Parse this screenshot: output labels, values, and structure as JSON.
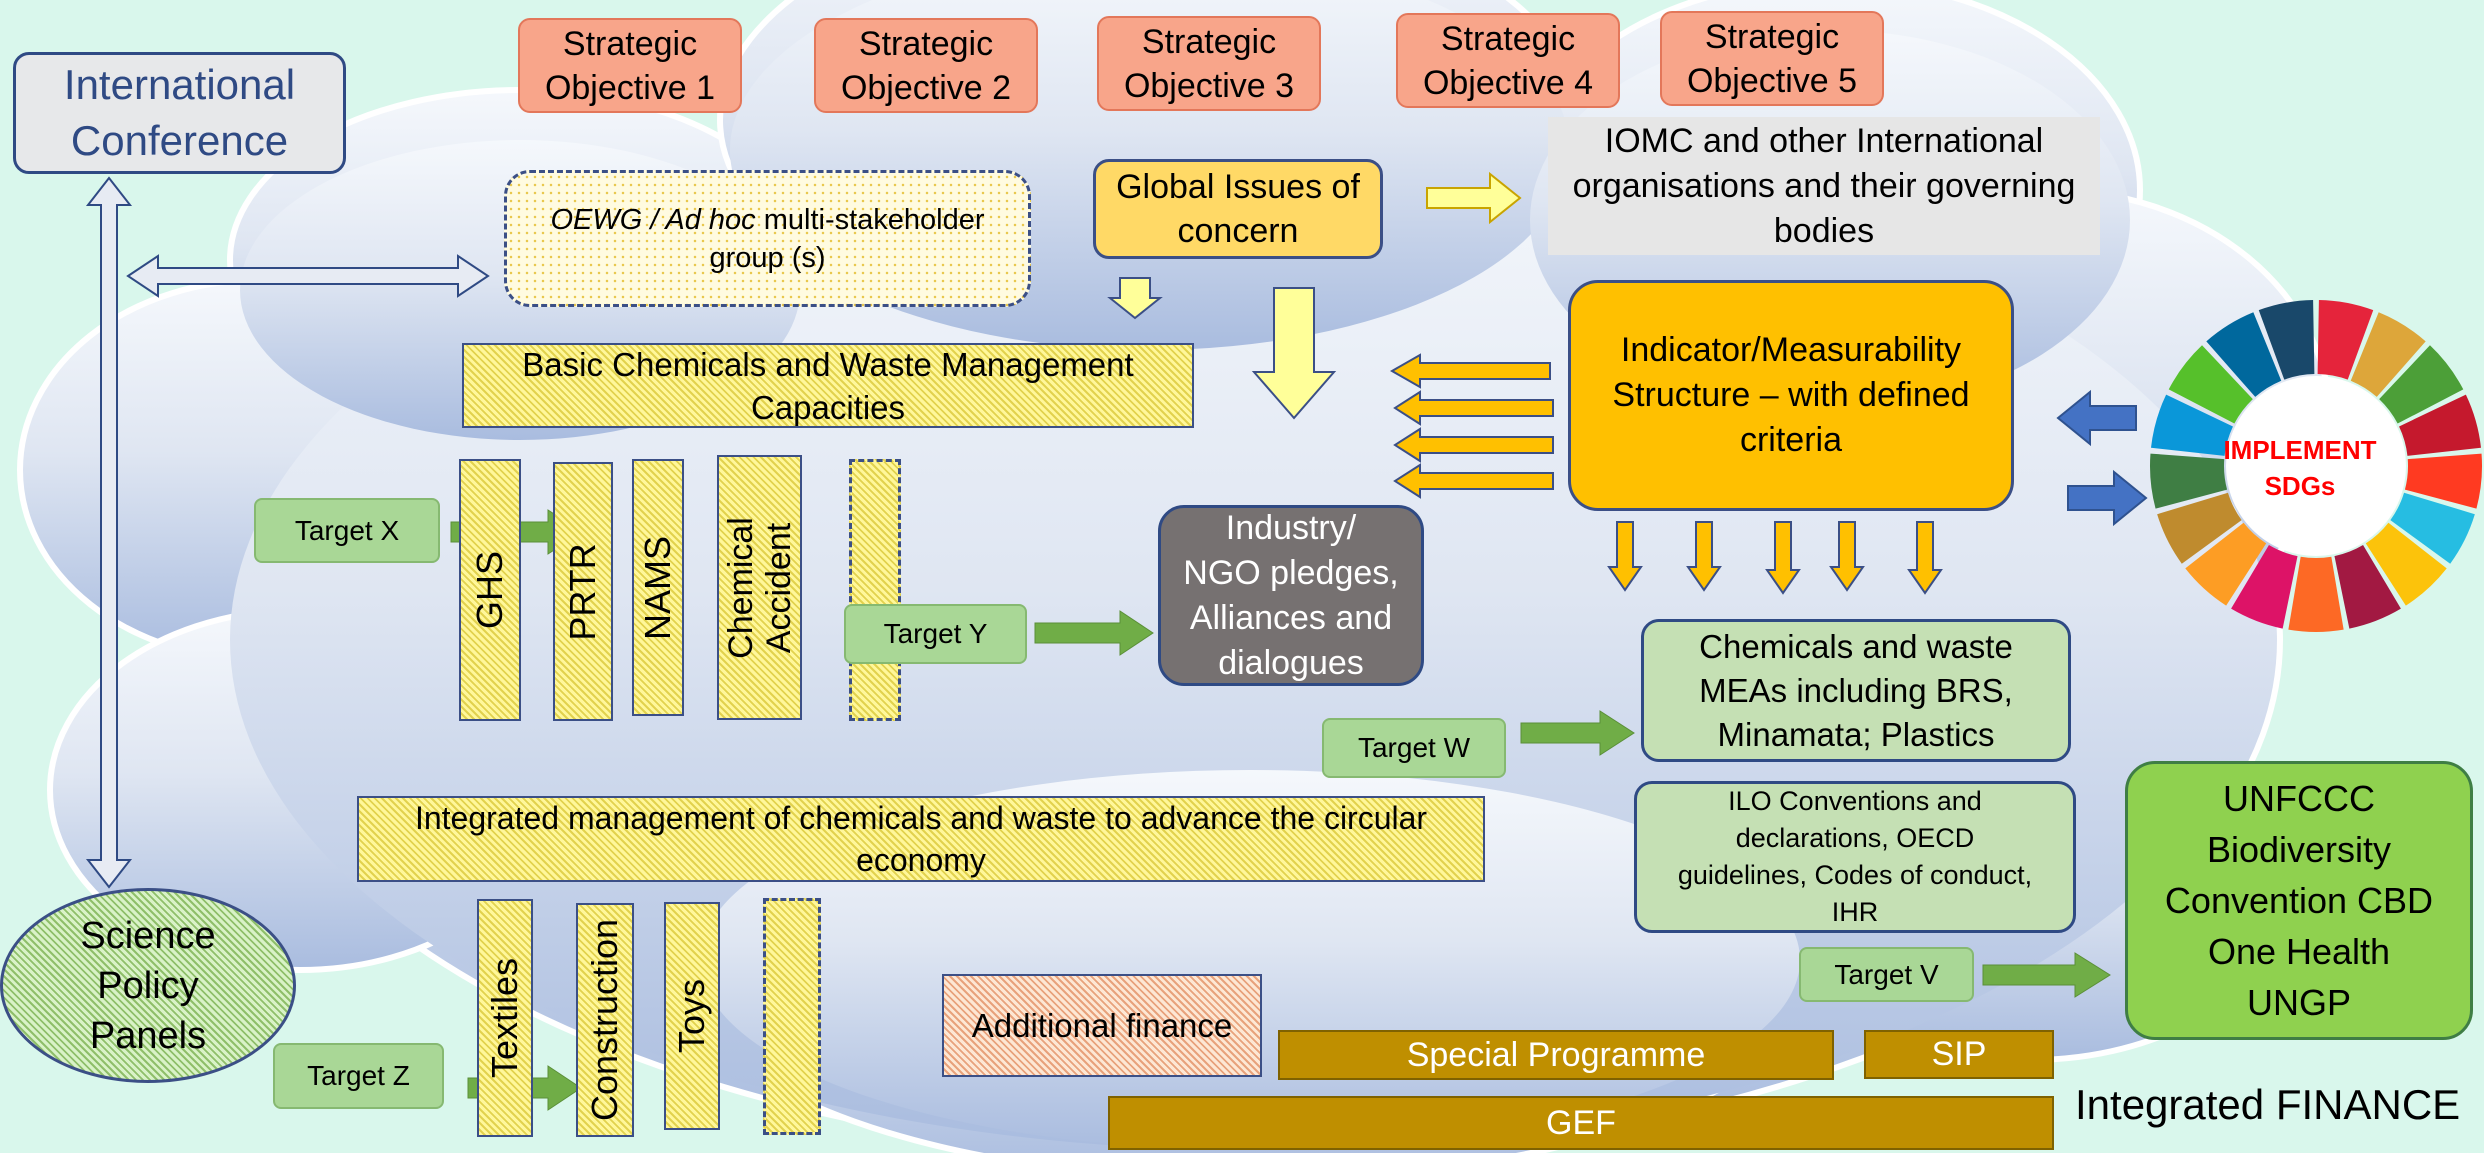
{
  "colors": {
    "background": "#d9f7ec",
    "strategic": "#f8a58a",
    "hatch": "#fff79a",
    "indicator": "#ffc000",
    "issues": "#ffd966",
    "mea": "#c5e0b4",
    "finance": "#bf8f00",
    "target": "#a9d796",
    "unfccc": "#8fd14f",
    "pledges": "#767171",
    "sdg_text": "#ff0000"
  },
  "international_conference": "International\nConference",
  "science_policy_panels": "Science\nPolicy\nPanels",
  "strategic_objectives": [
    "Strategic\nObjective 1",
    "Strategic\nObjective 2",
    "Strategic\nObjective 3",
    "Strategic\nObjective 4",
    "Strategic\nObjective 5"
  ],
  "oewg": {
    "italic": "OEWG / Ad hoc",
    "rest": " multi-stakeholder group (s)"
  },
  "global_issues": "Global Issues of\nconcern",
  "iomc": "IOMC and other International\norganisations and their governing\nbodies",
  "basic_capacities": "Basic Chemicals and Waste Management\nCapacities",
  "capacity_bars": [
    "GHS",
    "PRTR",
    "NAMS",
    "Chemical\nAccident",
    ""
  ],
  "indicator": "Indicator/Measurability\nStructure – with defined\ncriteria",
  "sdgs": "IMPLEMENT\nSDGs",
  "pledges": "Industry/\nNGO pledges,\nAlliances and\ndialogues",
  "targets": {
    "x": "Target X",
    "y": "Target Y",
    "w": "Target W",
    "v": "Target V",
    "z": "Target Z"
  },
  "meas": "Chemicals and waste\nMEAs including BRS,\nMinamata; Plastics",
  "ilo": "ILO Conventions and\ndeclarations, OECD\nguidelines, Codes of conduct,\nIHR",
  "integrated_management": "Integrated management of chemicals and waste to advance the circular\neconomy",
  "sector_bars": [
    "Textiles",
    "Construction",
    "Toys",
    ""
  ],
  "unfccc": "UNFCCC\nBiodiversity\nConvention CBD\nOne Health\nUNGP",
  "additional_finance": "Additional finance",
  "special_programme": "Special Programme",
  "sip": "SIP",
  "gef": "GEF",
  "integrated_finance": "Integrated FINANCE",
  "sdg_wheel_colors": [
    "#e5243b",
    "#dda63a",
    "#4c9f38",
    "#c5192d",
    "#ff3a21",
    "#26bde2",
    "#fcc30b",
    "#a21942",
    "#fd6925",
    "#dd1367",
    "#fd9d24",
    "#bf8b2e",
    "#3f7e44",
    "#0a97d9",
    "#56c02b",
    "#00689d",
    "#19486a"
  ]
}
